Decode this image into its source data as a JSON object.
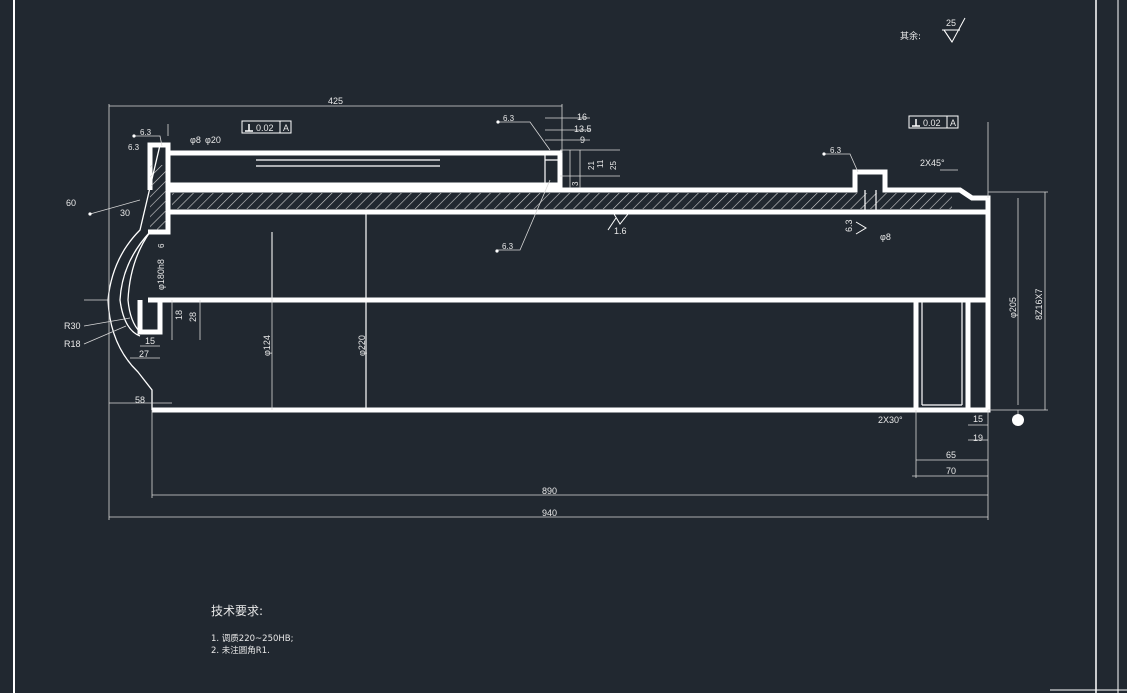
{
  "colors": {
    "background": "#212830",
    "line": "#ffffff",
    "dimension": "#d8d8d8",
    "text": "#e8e8e8"
  },
  "title_block": {
    "remaining_label": "其余:",
    "remaining_roughness": "25"
  },
  "dimensions": {
    "len_425": "425",
    "len_16": "16",
    "len_13_5": "13.5",
    "len_9": "9",
    "len_890": "890",
    "len_940": "940",
    "len_65": "65",
    "len_70": "70",
    "len_15r": "15",
    "len_19": "19",
    "len_15l": "15",
    "len_27": "27",
    "len_58": "58",
    "len_18": "18",
    "len_28": "28",
    "dia_8a": "φ8",
    "dia_20": "φ20",
    "dia_8b": "φ8",
    "dia_180": "φ180h8",
    "dia_124": "φ124",
    "dia_220": "φ220",
    "dia_205": "φ205",
    "spline": "8Z16X7",
    "angle_60": "60",
    "angle_30": "30",
    "radius_30": "R30",
    "radius_18": "R18",
    "chamfer_2x45": "2X45°",
    "chamfer_2x30": "2X30°",
    "small_21": "21",
    "small_11": "11",
    "small_25": "25",
    "small_3": "3",
    "small_6": "6",
    "rough_6_3": "6.3",
    "rough_1_6": "1.6"
  },
  "tolerances": {
    "left_value": "0.02",
    "left_datum": "A",
    "right_value": "0.02",
    "right_datum": "A"
  },
  "roughness_marks": [
    "6.3",
    "6.3",
    "6.3",
    "6.3",
    "6.3"
  ],
  "requirements": {
    "title": "技术要求:",
    "items": [
      "1.  调质220~250HB;",
      "2.  未注圆角R1."
    ]
  }
}
